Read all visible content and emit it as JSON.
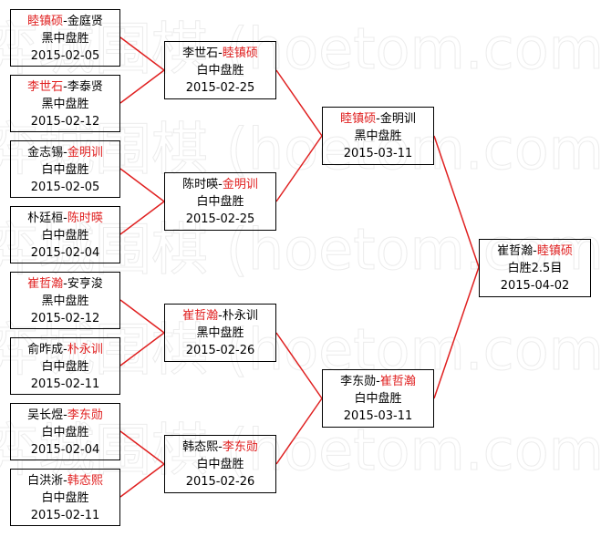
{
  "watermark_text": "弈城围棋 (hoetom.com)",
  "colors": {
    "winner": "#e02020",
    "line": "#e02020",
    "text": "#000000"
  },
  "round1": [
    {
      "p1": "睦镇硕",
      "p2": "金庭贤",
      "winner": 1,
      "result": "黑中盘胜",
      "date": "2015-02-05"
    },
    {
      "p1": "李世石",
      "p2": "李泰贤",
      "winner": 1,
      "result": "黑中盘胜",
      "date": "2015-02-12"
    },
    {
      "p1": "金志锡",
      "p2": "金明训",
      "winner": 2,
      "result": "白中盘胜",
      "date": "2015-02-05"
    },
    {
      "p1": "朴廷桓",
      "p2": "陈时暎",
      "winner": 2,
      "result": "白中盘胜",
      "date": "2015-02-04"
    },
    {
      "p1": "崔哲瀚",
      "p2": "安亨浚",
      "winner": 1,
      "result": "黑中盘胜",
      "date": "2015-02-12"
    },
    {
      "p1": "俞昨成",
      "p2": "朴永训",
      "winner": 2,
      "result": "白中盘胜",
      "date": "2015-02-11"
    },
    {
      "p1": "吴长煜",
      "p2": "李东勋",
      "winner": 2,
      "result": "白中盘胜",
      "date": "2015-02-04"
    },
    {
      "p1": "白洪淅",
      "p2": "韩态熙",
      "winner": 2,
      "result": "白中盘胜",
      "date": "2015-02-11"
    }
  ],
  "round2": [
    {
      "p1": "李世石",
      "p2": "睦镇硕",
      "winner": 2,
      "result": "白中盘胜",
      "date": "2015-02-25"
    },
    {
      "p1": "陈时暎",
      "p2": "金明训",
      "winner": 2,
      "result": "白中盘胜",
      "date": "2015-02-25"
    },
    {
      "p1": "崔哲瀚",
      "p2": "朴永训",
      "winner": 1,
      "result": "黑中盘胜",
      "date": "2015-02-26"
    },
    {
      "p1": "韩态熙",
      "p2": "李东勋",
      "winner": 2,
      "result": "白中盘胜",
      "date": "2015-02-26"
    }
  ],
  "round3": [
    {
      "p1": "睦镇硕",
      "p2": "金明训",
      "winner": 1,
      "result": "黑中盘胜",
      "date": "2015-03-11"
    },
    {
      "p1": "李东勋",
      "p2": "崔哲瀚",
      "winner": 2,
      "result": "白中盘胜",
      "date": "2015-03-11"
    }
  ],
  "final": [
    {
      "p1": "崔哲瀚",
      "p2": "睦镇硕",
      "winner": 2,
      "result": "白胜2.5目",
      "date": "2015-04-02"
    }
  ]
}
